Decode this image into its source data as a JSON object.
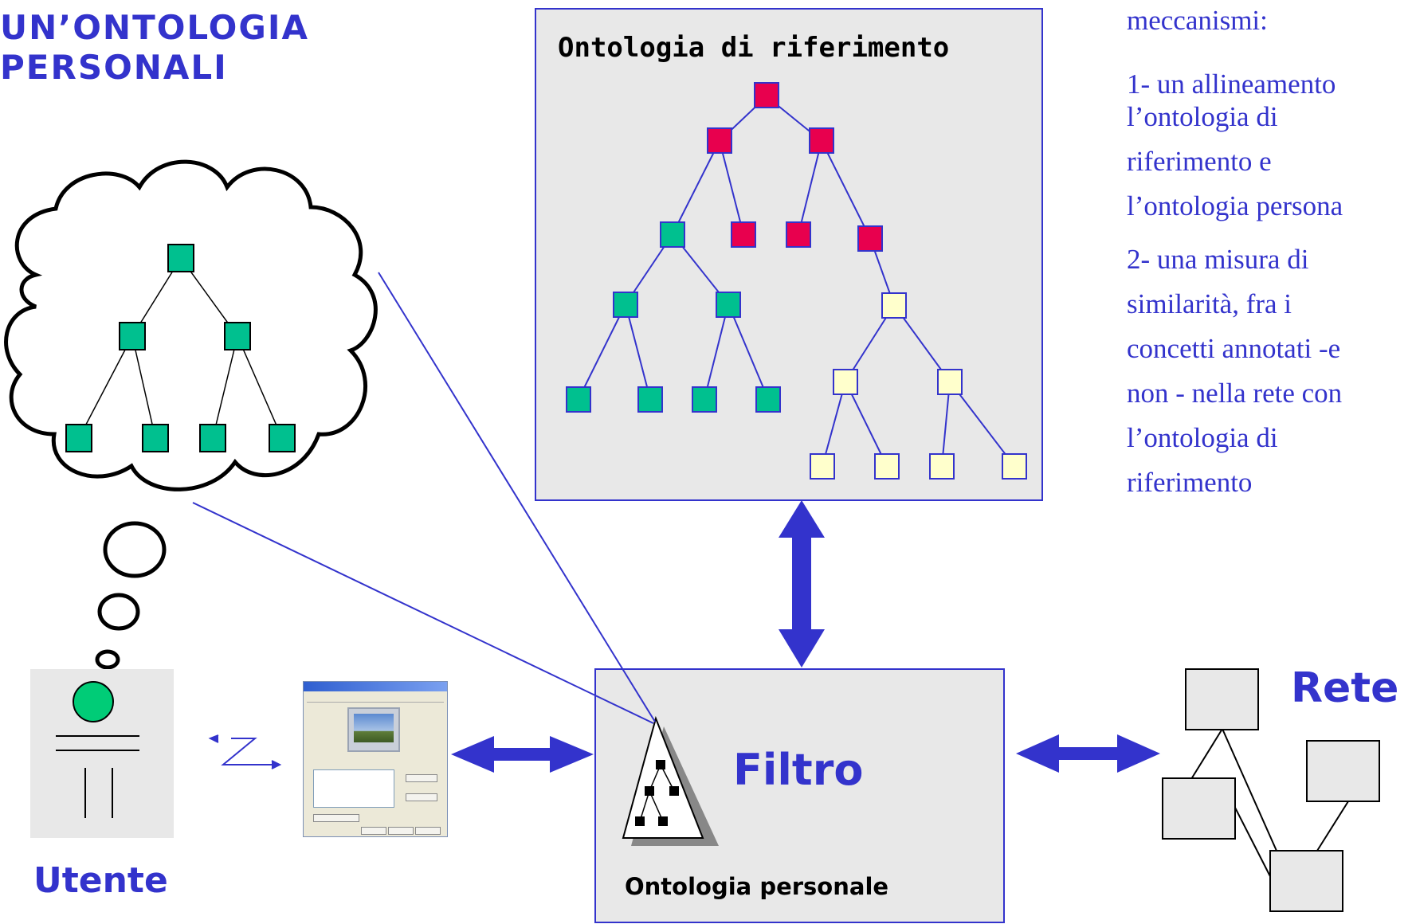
{
  "title": {
    "line1": "UN’ONTOLOGIA",
    "line2": "PERSONALI"
  },
  "side_text": [
    "meccanismi:",
    "1- un allineamento",
    "l’ontologia di",
    "riferimento e",
    "l’ontologia persona",
    "2- una misura di",
    "similarità, fra i",
    "concetti annotati -e",
    "non - nella rete con",
    "l’ontologia di",
    "riferimento"
  ],
  "reference_box": {
    "title": "Ontologia di riferimento"
  },
  "filter_box": {
    "title": "Filtro",
    "subtitle": "Ontologia personale"
  },
  "user": {
    "label": "Utente"
  },
  "network": {
    "label": "Rete"
  },
  "colors": {
    "accent_blue": "#3333cc",
    "node_crimson": "#e8004e",
    "node_teal": "#00c08f",
    "node_cream": "#ffffcc",
    "box_fill": "#e8e8e8",
    "user_circle": "#00cc77"
  }
}
